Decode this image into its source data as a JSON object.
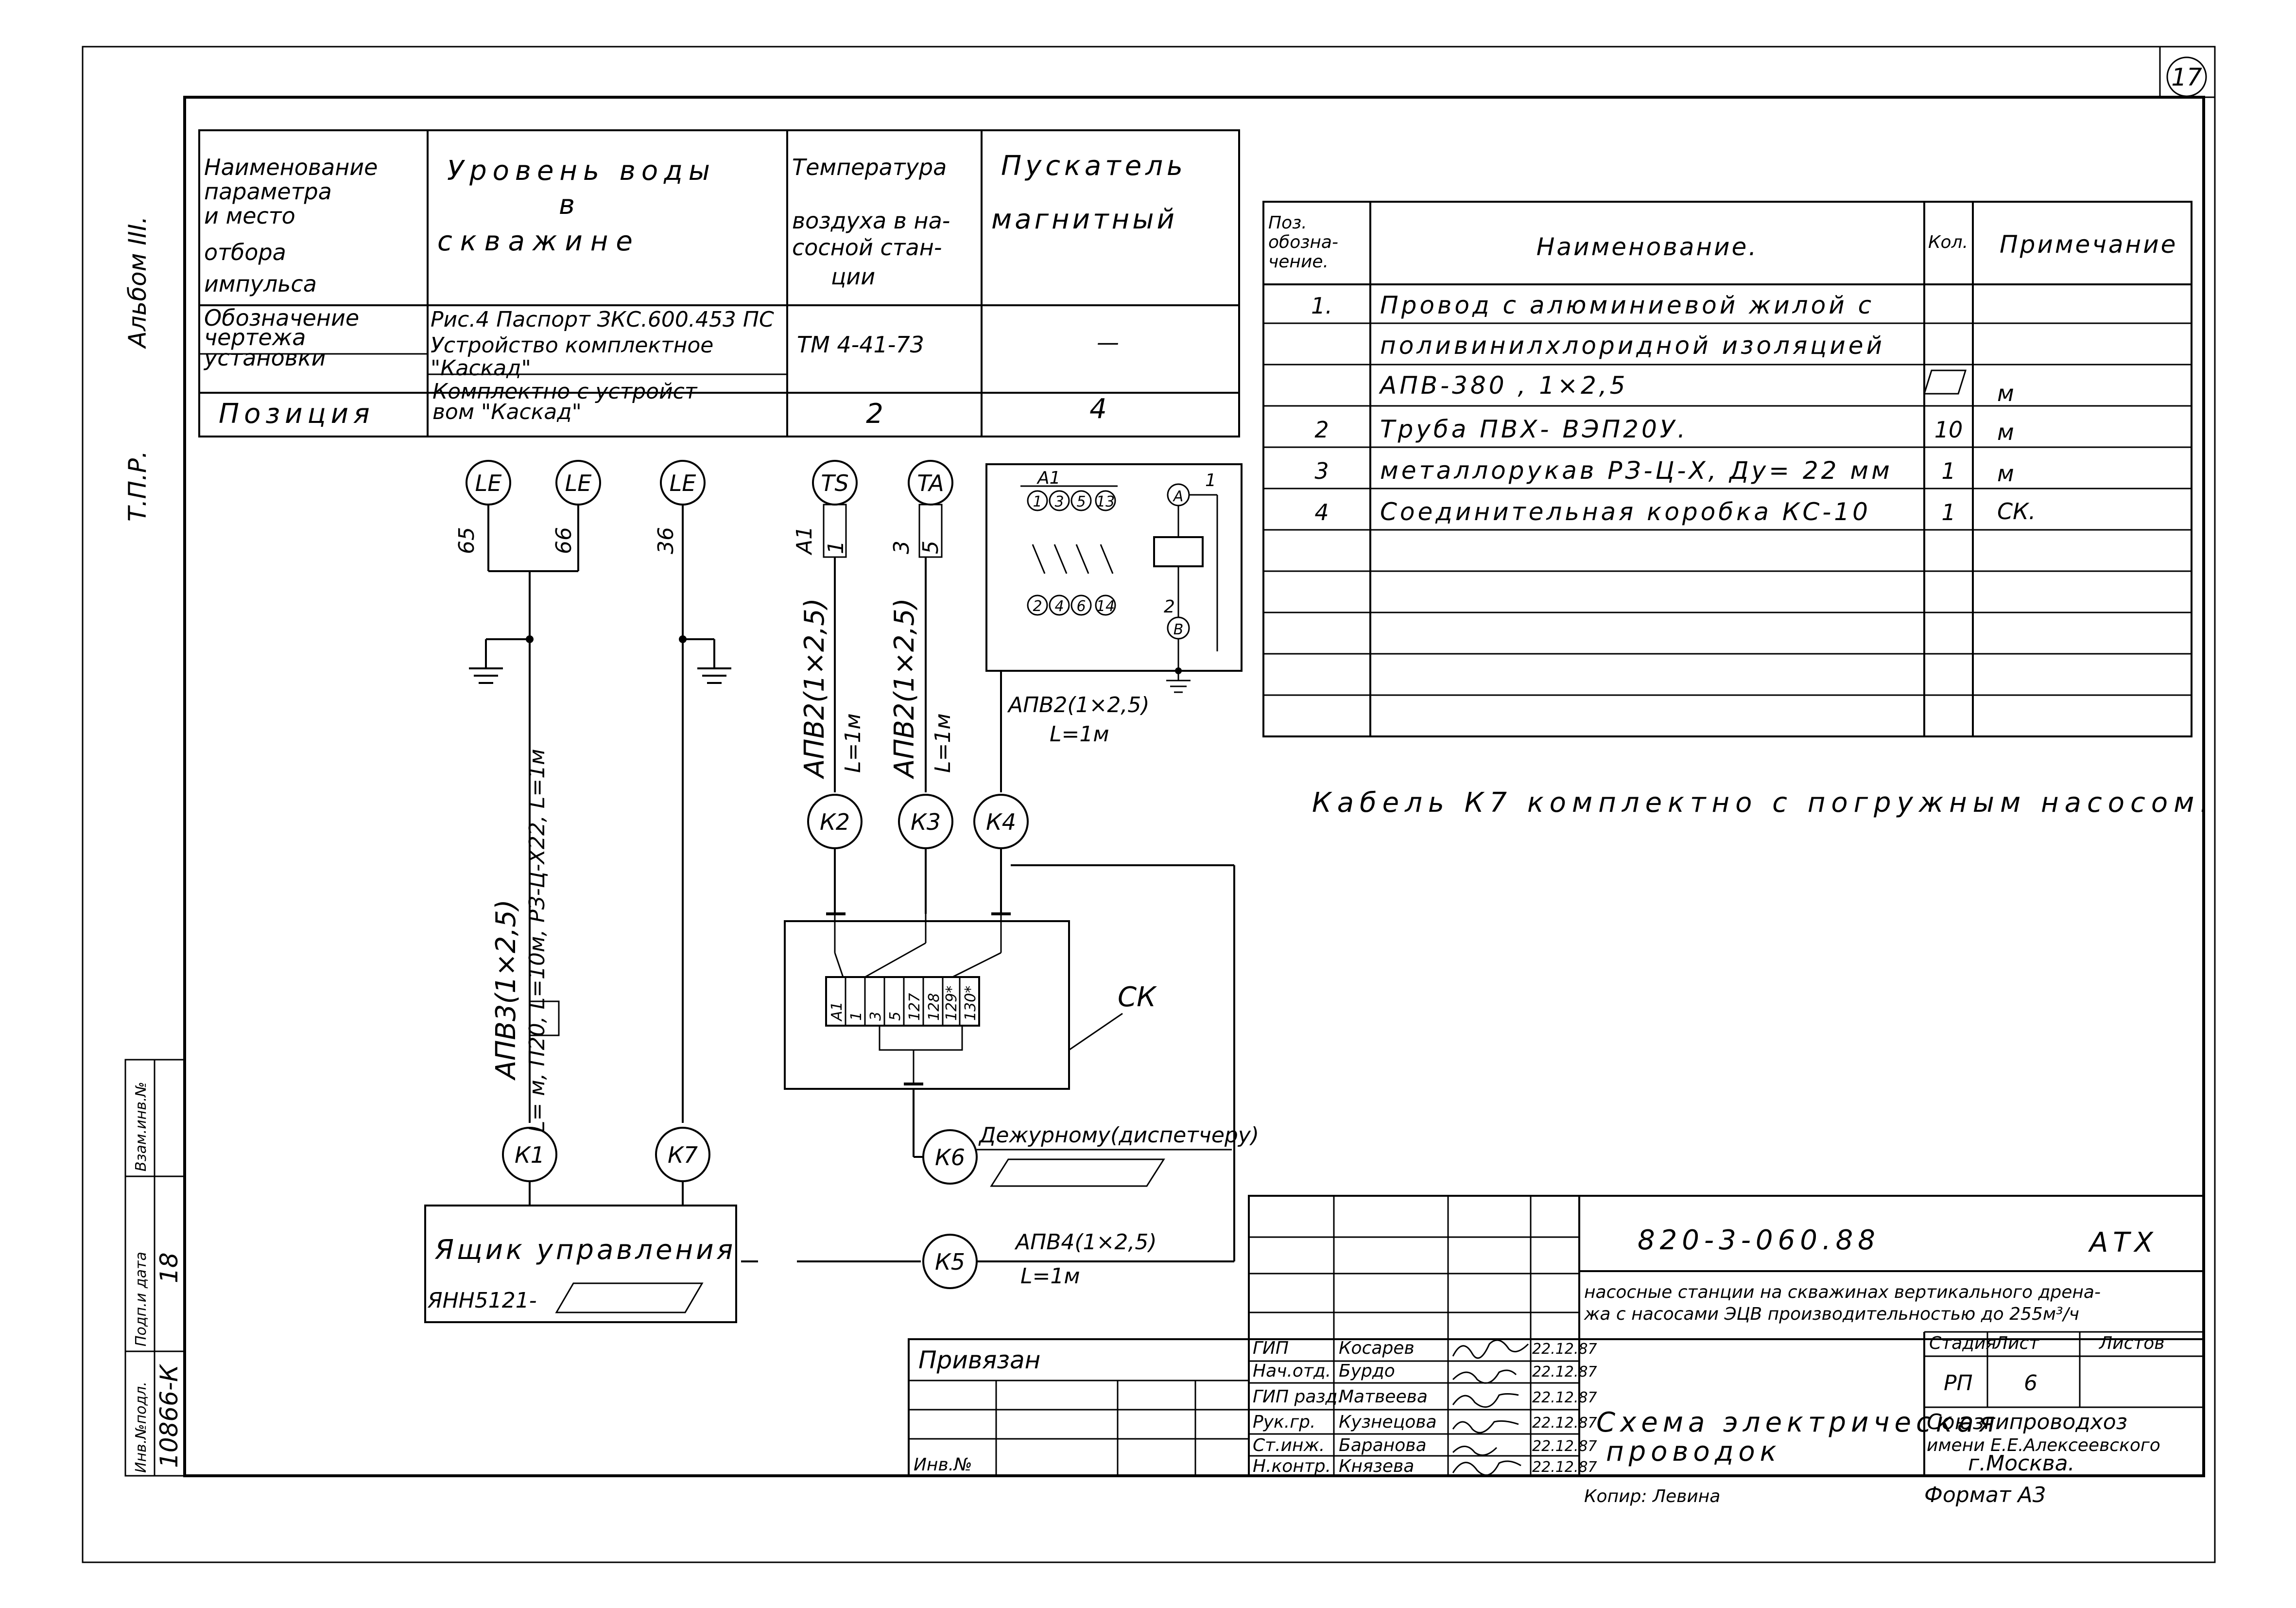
{
  "sheet_number": "17",
  "side_label_album": "Альбом III.",
  "side_label_tpr": "Т.П.Р.",
  "left_stamp": {
    "inv_orig": "Инв.№подл.",
    "sign_date": "Подп.и дата",
    "replace_inv": "Взам.инв.№",
    "inv_value": "10866-К",
    "date_value": "18"
  },
  "param_table": {
    "col1": [
      "Наименование",
      "параметра",
      "и место",
      "отбора",
      "импульса"
    ],
    "col2_line1": "Уровень  воды",
    "col2_line2": "в",
    "col2_line3": "скважине",
    "col3": [
      "Температура",
      "воздуха в на-",
      "сосной стан-",
      "ции"
    ],
    "col4_line1": "Пускатель",
    "col4_line2": "магнитный",
    "row2_label": [
      "Обозначение",
      "чертежа",
      "установки"
    ],
    "row2_col2": [
      "Рис.4 Паспорт ЗКС.600.453 ПС",
      "Устройство комплектное",
      "\"Каскад\""
    ],
    "row2_col3": "ТМ 4-41-73",
    "row2_col4": "—",
    "row3_label": "Позиция",
    "row3_col2": [
      "Комплектно  с устройст-",
      "вом \"Каскад\""
    ],
    "row3_col3": "2",
    "row3_col4": "4"
  },
  "spec_table": {
    "h_pos": [
      "Поз.",
      "обозна-",
      "чение."
    ],
    "h_name": "Наименование.",
    "h_qty": "Кол.",
    "h_note": "Примечание",
    "rows": [
      {
        "pos": "1.",
        "name": "Провод с алюминиевой жилой с",
        "qty": "",
        "note": ""
      },
      {
        "pos": "",
        "name": "поливинилхлоридной изоляцией",
        "qty": "",
        "note": ""
      },
      {
        "pos": "",
        "name": "АПВ-380 ,  1×2,5",
        "qty": "",
        "note": "м"
      },
      {
        "pos": "2",
        "name": "Труба ПВХ- ВЭП20У.",
        "qty": "10",
        "note": "м"
      },
      {
        "pos": "3",
        "name": "металлорукав РЗ-Ц-Х, Ду= 22 мм",
        "qty": "1",
        "note": "м"
      },
      {
        "pos": "4",
        "name": "Соединительная коробка   КС-10",
        "qty": "1",
        "note": "СК."
      }
    ]
  },
  "cable_note": "Кабель  К7 комплектно  с погружным насосом.",
  "instruments": {
    "le1": "LE",
    "le2": "LE",
    "le3": "LE",
    "ts": "TS",
    "ta": "TA",
    "n65": "65",
    "n66": "66",
    "n36": "36",
    "a1": "А1",
    "n1": "1",
    "n3": "3",
    "n5": "5"
  },
  "cables": {
    "k1": "К1",
    "k2": "К2",
    "k3": "К3",
    "k4": "К4",
    "k5": "К5",
    "k6": "К6",
    "k7": "К7",
    "k1_spec": "АПВ3(1×2,5)",
    "k1_len": "L=     м, П20, L=10м, РЗ-Ц-Х22, L=1м",
    "k2_spec": "АПВ2(1×2,5)",
    "k2_len": "L=1м",
    "k3_spec": "АПВ2(1×2,5)",
    "k3_len": "L=1м",
    "k4_spec": "АПВ2(1×2,5)",
    "k4_len": "L=1м",
    "k5_spec": "АПВ4(1×2,5)",
    "k5_len": "L=1м",
    "k6_dest": "Дежурному(диспетчеру)"
  },
  "starter": {
    "a1": "А1",
    "c1": "1",
    "c3": "3",
    "c5": "5",
    "c13": "13",
    "c2": "2",
    "c4": "4",
    "c6": "6",
    "c14": "14",
    "coilA": "А",
    "coilB": "В",
    "p1": "1",
    "p2": "2"
  },
  "terminal_block": {
    "label": "СК",
    "terminals": [
      "А1",
      "1",
      "3",
      "5",
      "127",
      "128",
      "129*",
      "130*"
    ]
  },
  "control_box": {
    "title": "Ящик управления",
    "model": "ЯНН5121-"
  },
  "title_block": {
    "doc_code": "820-3-060.88",
    "doc_type": "АТХ",
    "project_desc": [
      "насосные станции на скважинах вертикального дрена-",
      "жа с насосами ЭЦВ производительностью до 255м³/ч"
    ],
    "privyazan": "Привязан",
    "inv_no": "Инв.№",
    "roles": [
      "ГИП",
      "Нач.отд.",
      "ГИП разд.",
      "Рук.гр.",
      "Ст.инж.",
      "Н.контр."
    ],
    "names": [
      "Косарев",
      "Бурдо",
      "Матвеева",
      "Кузнецова",
      "Баранова",
      "Князева"
    ],
    "dates": [
      "22.12.87",
      "22.12.87",
      "22.12.87",
      "22.12.87",
      "22.12.87",
      "22.12.87"
    ],
    "stage_h": "Стадия",
    "sheet_h": "Лист",
    "sheets_h": "Листов",
    "stage": "РП",
    "sheet": "6",
    "drawing_title": [
      "Схема   электрическая",
      "проводок"
    ],
    "org": [
      "Союзгипроводхоз",
      "имени Е.Е.Алексеевского",
      "г.Москва."
    ],
    "copied": "Копир: Левина",
    "format": "Формат А3"
  }
}
